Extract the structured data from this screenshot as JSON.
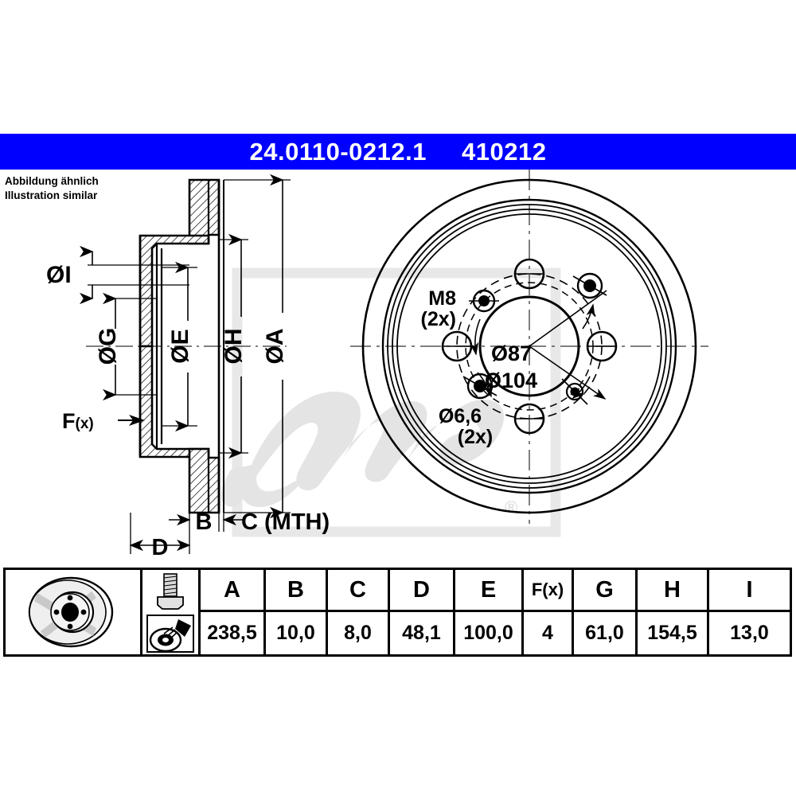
{
  "header": {
    "part_number": "24.0110-0212.1",
    "reference_number": "410212",
    "background_color": "#0000ff",
    "text_color": "#ffffff"
  },
  "notes": {
    "line_de": "Abbildung ähnlich",
    "line_en": "Illustration similar"
  },
  "watermark": {
    "brand": "ate",
    "trademark": "®"
  },
  "cross_section": {
    "vertical_dimensions": [
      {
        "id": "I",
        "label": "ØI"
      },
      {
        "id": "G",
        "label": "ØG"
      },
      {
        "id": "E",
        "label": "ØE"
      },
      {
        "id": "H",
        "label": "ØH"
      },
      {
        "id": "A",
        "label": "ØA"
      }
    ],
    "horizontal_dimensions": [
      {
        "id": "B",
        "label": "B"
      },
      {
        "id": "C",
        "label": "C (MTH)"
      },
      {
        "id": "D",
        "label": "D"
      }
    ],
    "surface_callout": {
      "label": "F",
      "sub": "(x)",
      "full": "F(x)"
    }
  },
  "face_view": {
    "callouts": [
      {
        "name": "thread-callout",
        "line1": "M8",
        "line2": "(2x)"
      },
      {
        "name": "center-bore-callout",
        "text": "Ø87"
      },
      {
        "name": "bolt-circle-callout",
        "text": "Ø104"
      },
      {
        "name": "bolt-hole-callout",
        "line1": "Ø6,6",
        "line2": "(2x)"
      }
    ]
  },
  "spec_table": {
    "icon_columns": [
      {
        "name": "disc-illustration",
        "icon": "brake-disc-icon"
      },
      {
        "name": "bolt-and-coating",
        "icon_top": "hex-bolt-icon",
        "icon_bottom": "coating-spray-icon"
      }
    ],
    "headers": [
      "A",
      "B",
      "C",
      "D",
      "E",
      "F(x)",
      "G",
      "H",
      "I"
    ],
    "values": [
      "238,5",
      "10,0",
      "8,0",
      "48,1",
      "100,0",
      "4",
      "61,0",
      "154,5",
      "13,0"
    ]
  }
}
